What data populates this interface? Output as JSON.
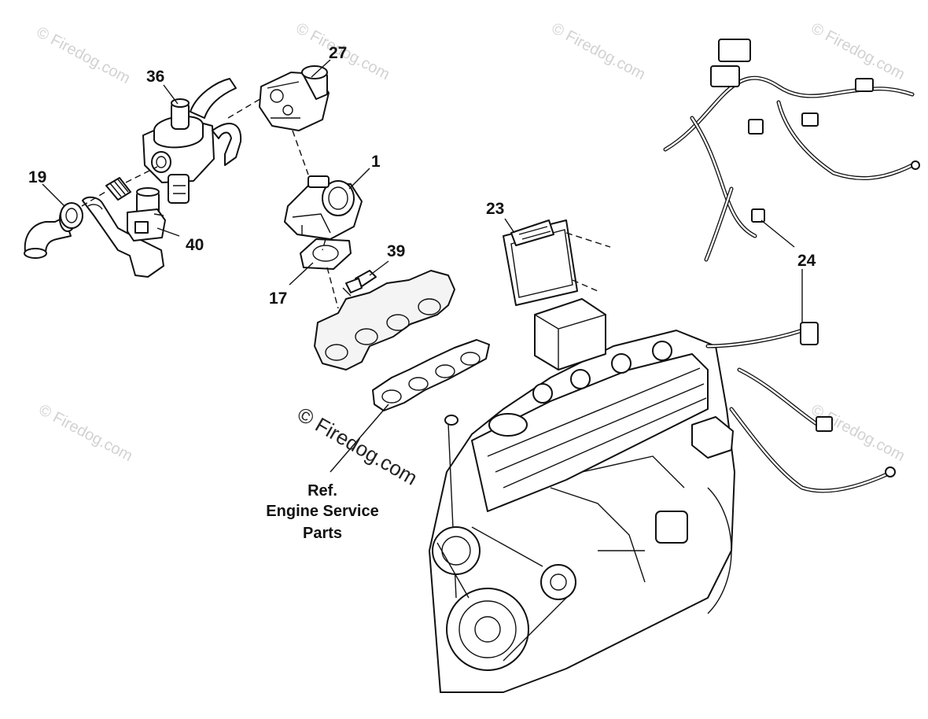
{
  "callouts": [
    {
      "id": "36",
      "text": "36"
    },
    {
      "id": "27",
      "text": "27"
    },
    {
      "id": "1",
      "text": "1"
    },
    {
      "id": "19",
      "text": "19"
    },
    {
      "id": "40",
      "text": "40"
    },
    {
      "id": "17",
      "text": "17"
    },
    {
      "id": "39",
      "text": "39"
    },
    {
      "id": "23",
      "text": "23"
    },
    {
      "id": "24",
      "text": "24"
    }
  ],
  "reference_note": {
    "line1": "Ref.",
    "line2": "Engine Service",
    "line3": "Parts"
  },
  "watermark": {
    "text": "© Firedog.com",
    "center_text": "© Firedog.com"
  }
}
